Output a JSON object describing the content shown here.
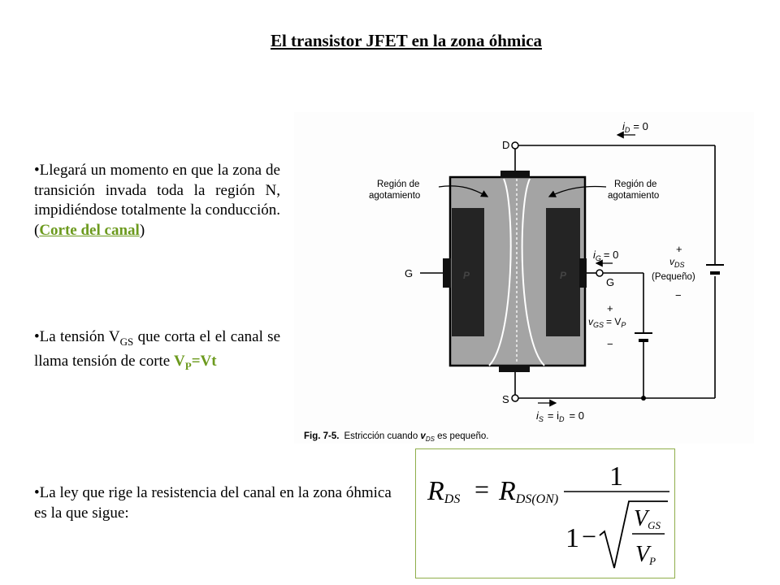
{
  "slide": {
    "title": "El transistor JFET en la zona óhmica"
  },
  "bullets": {
    "b1": {
      "bullet": "•",
      "text": "Llegará un momento en que la zona de transición invada toda la región N, impidiéndose totalmente la conducción. (",
      "highlight": "Corte del canal",
      "close": ")"
    },
    "b2": {
      "bullet": "•",
      "text_a": "La tensión V",
      "sub_a": "GS",
      "text_b": " que corta el el canal se llama tensión de corte ",
      "highlight_v": "V",
      "highlight_sub": "P",
      "highlight_rest": "=Vt"
    },
    "b3": {
      "bullet": "•",
      "text": "La ley que rige la resistencia del canal en la zona óhmica es la que sigue:"
    }
  },
  "figure": {
    "caption_label": "Fig. 7-5.",
    "caption_text_a": "Estricción cuando ",
    "caption_v": "v",
    "caption_sub": "DS",
    "caption_text_b": " es pequeño.",
    "terminal_d": "D",
    "terminal_g_left": "G",
    "terminal_g_right": "G",
    "terminal_s": "S",
    "region_left_1": "Región de",
    "region_left_2": "agotamiento",
    "region_right_1": "Región de",
    "region_right_2": "agotamiento",
    "p_left": "P",
    "p_right": "P",
    "id_label": "i",
    "id_sub": "D",
    "id_value": "= 0",
    "ig_label": "i",
    "ig_sub": "G",
    "ig_value": "= 0",
    "vds_plus": "+",
    "vds_label": "v",
    "vds_sub": "DS",
    "vds_note": "(Pequeño)",
    "vds_minus": "−",
    "vgs_plus": "+",
    "vgs_label": "v",
    "vgs_sub": "GS",
    "vgs_eq": "= V",
    "vgs_eq_sub": "P",
    "vgs_minus": "−",
    "is_label": "i",
    "is_sub": "S",
    "is_eq": "= i",
    "is_eq_sub": "D",
    "is_value": "= 0"
  },
  "formula": {
    "lhs": "R",
    "lhs_sub": "DS",
    "equals": "=",
    "coef": "R",
    "coef_sub": "DS(ON)",
    "numerator": "1",
    "one": "1",
    "minus": "−",
    "vgs": "V",
    "vgs_sub": "GS",
    "vp": "V",
    "vp_sub": "P"
  }
}
